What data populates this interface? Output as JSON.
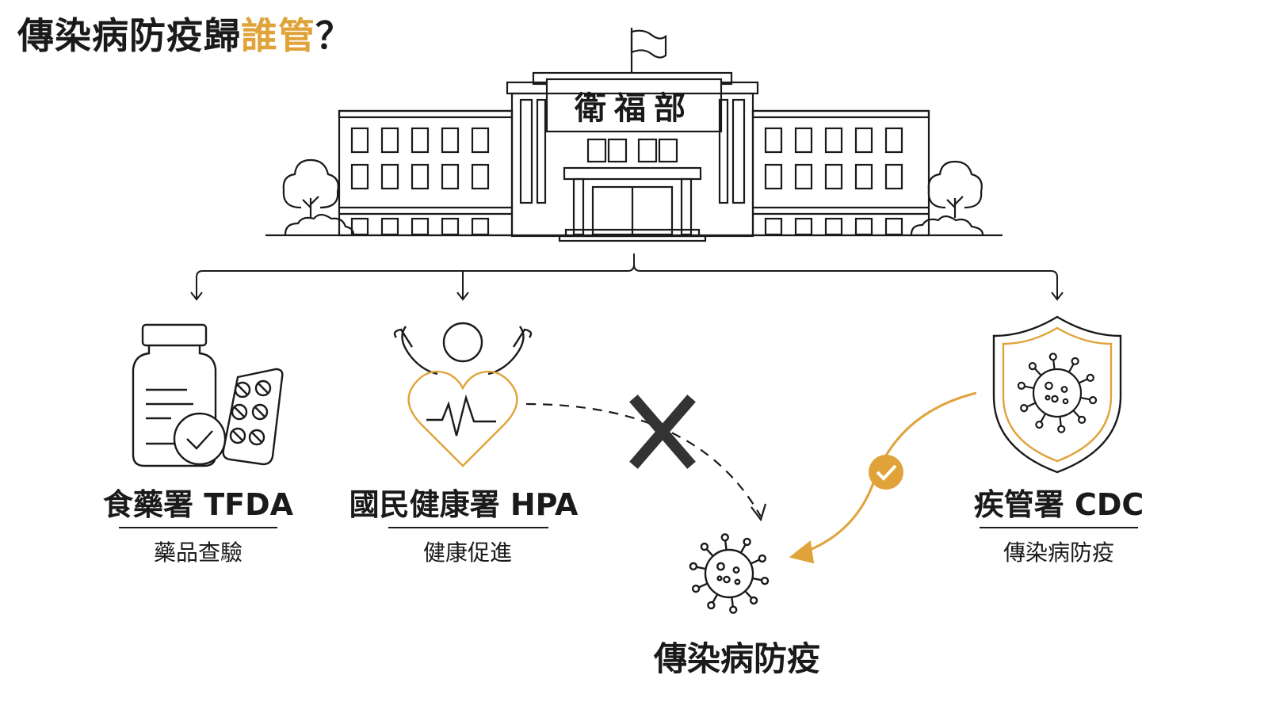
{
  "title": {
    "prefix": "傳染病防疫歸",
    "highlight": "誰管",
    "suffix": "？"
  },
  "ministry": {
    "name": "衛福部"
  },
  "agencies": [
    {
      "name": "食藥署 TFDA",
      "role": "藥品查驗",
      "icon": "medicine-bottle-icon"
    },
    {
      "name": "國民健康署 HPA",
      "role": "健康促進",
      "icon": "heart-person-icon"
    },
    {
      "name": "疾管署 CDC",
      "role": "傳染病防疫",
      "icon": "virus-shield-icon"
    }
  ],
  "target": {
    "label": "傳染病防疫",
    "icon": "virus-icon"
  },
  "relations": [
    {
      "from": "國民健康署 HPA",
      "to": "傳染病防疫",
      "status": "no",
      "mark": "cross-icon",
      "style": "dashed"
    },
    {
      "from": "疾管署 CDC",
      "to": "傳染病防疫",
      "status": "yes",
      "mark": "check-icon",
      "style": "solid"
    }
  ],
  "colors": {
    "accent": "#e0a33a",
    "ink": "#1a1a1a",
    "cross": "#333333"
  }
}
